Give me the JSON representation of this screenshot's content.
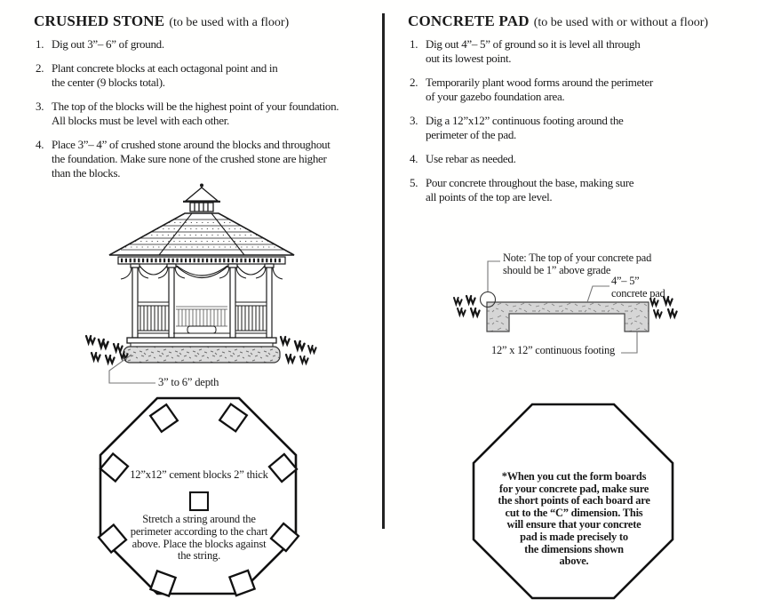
{
  "left": {
    "title": "CRUSHED STONE",
    "subtitle": "(to be used with a floor)",
    "steps": [
      {
        "num": "1.",
        "text": "Dig out 3”– 6” of ground."
      },
      {
        "num": "2.",
        "text": "Plant concrete blocks at each octagonal point and in\nthe center (9 blocks total)."
      },
      {
        "num": "3.",
        "text": "The top of the blocks will be the highest point of your foundation.\nAll blocks must be level with each other."
      },
      {
        "num": "4.",
        "text": "Place 3”– 4” of crushed stone around the blocks and throughout\nthe foundation. Make sure none of the crushed stone are higher\nthan the blocks."
      }
    ],
    "depth_label": "3” to 6” depth",
    "octagon": {
      "blocks_label": "12”x12” cement blocks 2” thick",
      "string_note": "Stretch a string around the\nperimeter according to the chart\nabove. Place the blocks against\nthe string."
    }
  },
  "right": {
    "title": "CONCRETE PAD",
    "subtitle": "(to be used with or without a floor)",
    "steps": [
      {
        "num": "1.",
        "text": "Dig out 4”– 5” of ground so it is level all through\nout its lowest point."
      },
      {
        "num": "2.",
        "text": "Temporarily plant wood forms around the perimeter\nof your gazebo foundation area."
      },
      {
        "num": "3.",
        "text": "Dig a 12”x12” continuous footing around the\nperimeter of the pad."
      },
      {
        "num": "4.",
        "text": "Use rebar as needed."
      },
      {
        "num": "5.",
        "text": "Pour concrete throughout the base, making sure\nall points of the top are level."
      }
    ],
    "pad_diagram": {
      "note": "Note: The top of your concrete pad\nshould be 1” above grade",
      "pad_label": "4”– 5”\nconcrete pad",
      "footing_label": "12” x 12” continuous footing"
    },
    "octagon_note": "*When you cut the form boards\nfor your concrete pad, make sure\nthe short points of each board are\ncut to the “C” dimension. This\nwill ensure that your concrete\npad is made precisely to\nthe dimensions shown\nabove."
  },
  "colors": {
    "ink": "#1a1a1a",
    "line": "#222222",
    "concrete_fill": "#d6d6d6",
    "stone_fill": "#e3e3e3",
    "leader": "#777777"
  }
}
